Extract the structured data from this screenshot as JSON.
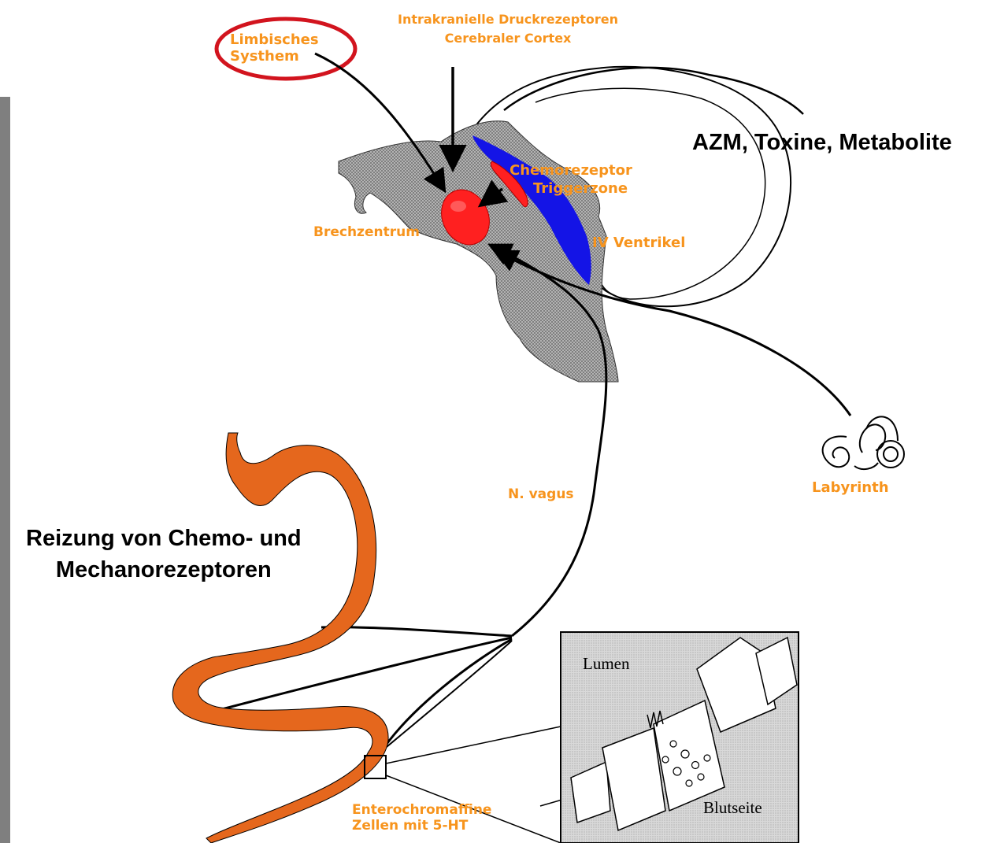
{
  "labels": {
    "limbic": [
      "Limbisches",
      "Systhem"
    ],
    "intracranial": [
      "Intrakranielle Druckrezeptoren",
      "Cerebraler Cortex"
    ],
    "chemoreceptor": [
      "Chemorezeptor",
      "Triggerzone"
    ],
    "vomiting_center": "Brechzentrum",
    "fourth_ventricle": "IV Ventrikel",
    "azm": "AZM, Toxine, Metabolite",
    "labyrinth": "Labyrinth",
    "vagus": "N. vagus",
    "chemo_mechano": [
      "Reizung von Chemo- und",
      "Mechanorezeptoren"
    ],
    "enterochromaffin": [
      "Enterochromaffine",
      "Zellen mit 5-HT"
    ],
    "lumen": "Lumen",
    "blood_side": "Blutseite"
  },
  "colors": {
    "orange_text": "#f7941d",
    "stomach": "#e5671d",
    "highlight_ring": "#d2141e",
    "ventricle": "#1414e6",
    "center": "#ff2020",
    "brainstem": "#9a9a9a"
  }
}
